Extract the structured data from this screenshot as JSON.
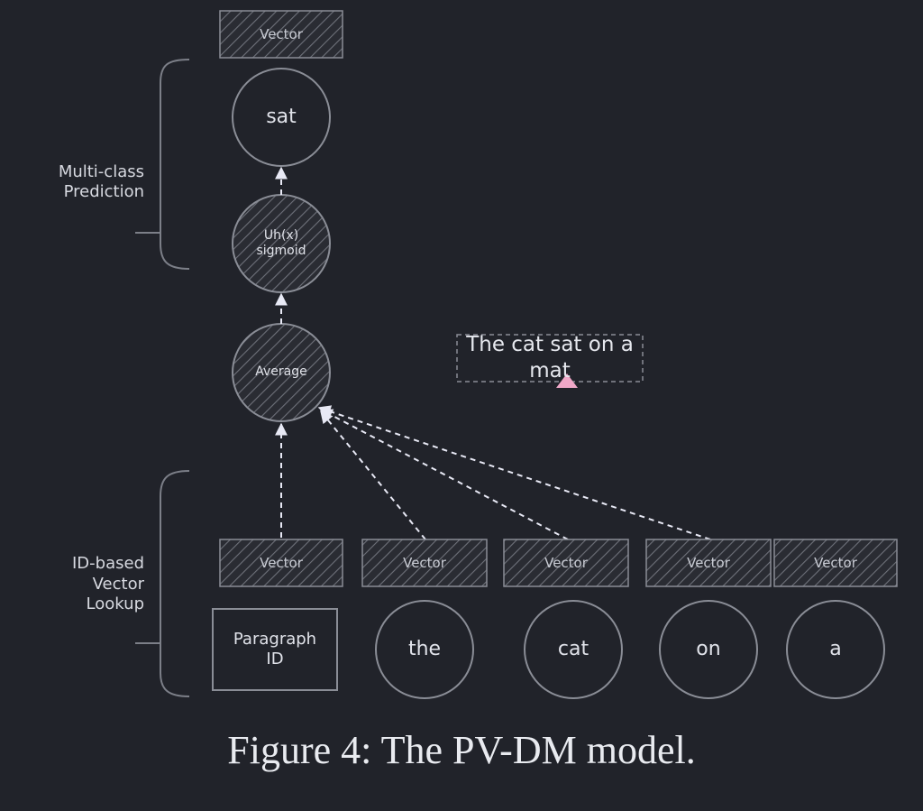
{
  "diagram": {
    "top_vector_label": "Vector",
    "output_word": "sat",
    "sigmoid_label": "Uh(x)\nsigmoid",
    "average_label": "Average",
    "side_labels": {
      "prediction": "Multi-class\nPrediction",
      "lookup": "ID-based\nVector\nLookup"
    },
    "sentence": "The cat sat on a mat",
    "input_vectors": [
      "Vector",
      "Vector",
      "Vector",
      "Vector",
      "Vector"
    ],
    "inputs": {
      "paragraph_id": "Paragraph\nID",
      "words": [
        "the",
        "cat",
        "on",
        "a"
      ]
    },
    "colors": {
      "background": "#21232a",
      "stroke": "#8a8d96",
      "arrow": "#e8e9f5",
      "marker": "#f0a8c8"
    }
  },
  "caption": "Figure 4: The PV-DM model."
}
